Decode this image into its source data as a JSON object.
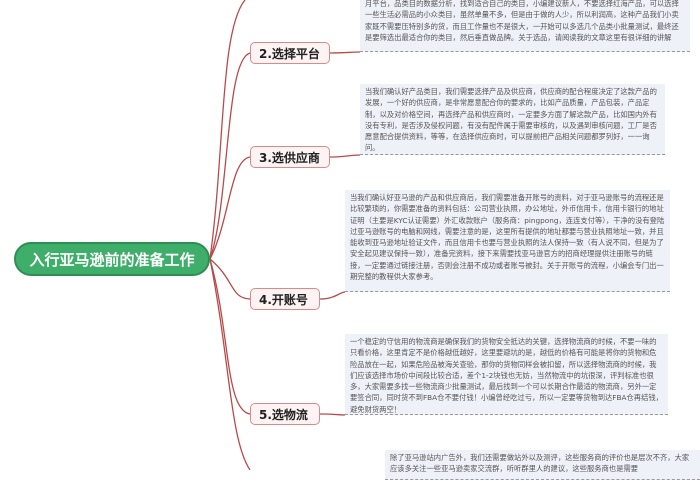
{
  "root": {
    "label": "入行亚马逊前的准备工作"
  },
  "branches": [
    {
      "label": "2.选择平台",
      "text": "月平台，品类目的数据分析，找到适合自己的类目，小编建议新人，不要选择红海产品，可以选择一些生活必需品的小众类目，虽然单量不多，但是由于做的人少，所以利润高，这种产品我们小卖家既不需要压特别多的货，而且工作量也不是很大，一开始可以多选几个品类小批量测试，最终还是要筛选出最适合你的类目，然后垂直做品牌。关于选品，请阅读我的文章这里有很详细的讲解"
    },
    {
      "label": "3.选供应商",
      "text": "当我们确认好产品类目，我们需要选择产品及供应商，供应商的配合程度决定了这款产品的发展，一个好的供应商，是非常愿意配合你的要求的，比如产品质量，产品包装，产品定制，以及对价格空间，再选择产品和供应商时，一定要多方面了解这款产品，比如国内外有没有专利，是否涉及侵权问题，有没有配件属于需要审核的，以及遇到审核问题，工厂是否愿意配合提供资料，等等，在选择供应商时，可以提前把产品相关问题都罗列好，一一询问。"
    },
    {
      "label": "4.开账号",
      "text": "当我们确认好亚马逊的产品和供应商后，我们需要准备开账号的资料，对于亚马逊账号的流程还是比较繁琐的，你需要准备的资料包括：公司营业执照，办公地址，外币信用卡，信用卡银行的地址证明（主要是KYC认证需要）外汇收款账户（服务商：pingpong，连连支付等），干净的没有登陆过亚马逊账号的电脑和网线，需要注意的是，这里所有提供的地址都要与营业执照地址一致，并且能收到亚马逊地址验证文件，而且信用卡也要与营业执照的法人保持一致（有人说不同，但是为了安全起见建议保持一致），准备完资料，接下来需要找亚马逊官方的招商经理提供注册账号的链接，一定要通过链接注册，否则会注册不成功或者账号被封。关于开账号的流程，小编会专门出一期完整的教程供大家参考。"
    },
    {
      "label": "5.选物流",
      "text": "一个稳定的守信用的物流商是确保我们的货物安全抵达的关键，选择物流商的时候，不要一味的只看价格，这里肯定不是价格越低越好，这里要避坑的是，越低的价格有可能是将你的货物和危险品放在一起，如果危险品被海关查验，那你的货物同样会被扣留，所以选择物流商的时候，我们应该选择市场价中间段比较合适，差个1-2块钱也无妨，当然物流中的坑很深，评判标准也很多，大家需要多找一些物流商少批量测试，最后找到一个可以长期合作最适的物流商，另外一定要签合同，同时货不到FBA仓不要付钱！小编曾经吃过亏，所以一定要等货物到达FBA仓再结钱，避免财货两空！"
    },
    {
      "label": "",
      "text": "除了亚马逊站内广告外，我们还需要做站外以及测评，这些服务商的评价也是层次不齐，大家应该多关注一些亚马逊卖家交流群，听听群里人的建议，这些服务商也是需要"
    }
  ],
  "colors": {
    "root": "#3fae6b",
    "line": "#c0392b",
    "node_border": "#d98a8a",
    "box_bg": "#eef1f8"
  }
}
